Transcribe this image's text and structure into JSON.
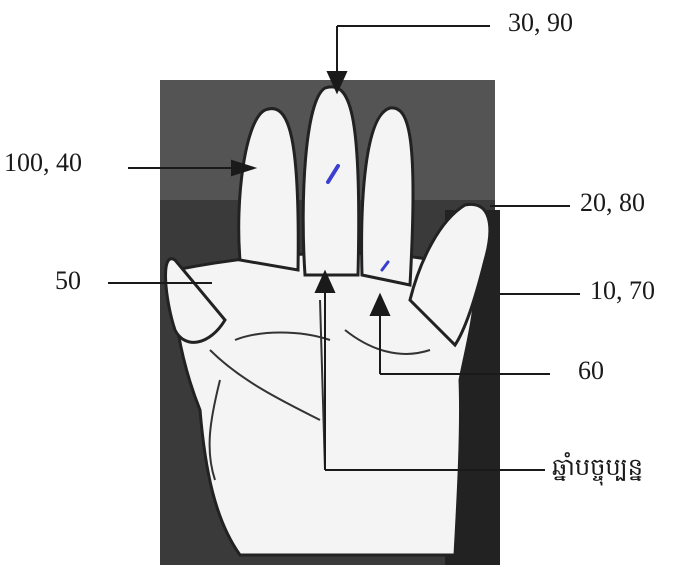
{
  "labels": {
    "top_middle": "30, 90",
    "left_index": "100, 40",
    "right_ring": "20, 80",
    "left_palm": "50",
    "right_pinky": "10, 70",
    "center_right": "60",
    "bottom_right": "ឆ្នាំបច្ចុប្បន្ន"
  },
  "colors": {
    "ink": "#1a1a1a",
    "shadow": "#2a2a2a",
    "palm": "#f4f4f4",
    "blue_mark": "#3b3fd0"
  }
}
